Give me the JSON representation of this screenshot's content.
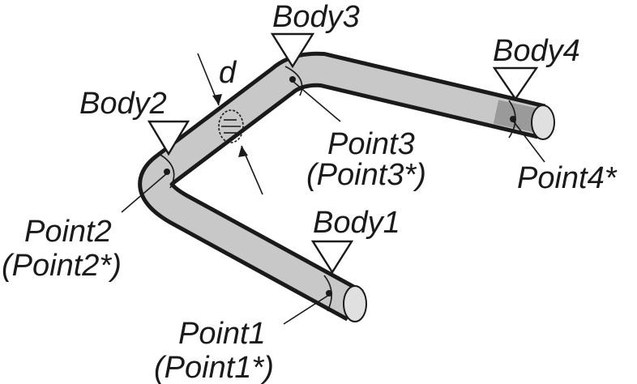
{
  "labels": {
    "body1": "Body1",
    "body2": "Body2",
    "body3": "Body3",
    "body4": "Body4",
    "diameter": "d",
    "point1": "Point1",
    "point1_star": "(Point1*)",
    "point2": "Point2",
    "point2_star": "(Point2*)",
    "point3": "Point3",
    "point3_star": "(Point3*)",
    "point4_star": "Point4*"
  },
  "colors": {
    "tube": "#c8c8c8",
    "tube_end": "#e0e0e0",
    "ink": "#1a1a1a",
    "background": "#ffffff"
  }
}
